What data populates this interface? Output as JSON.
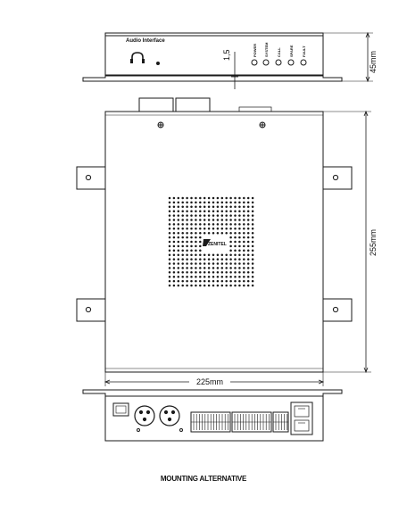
{
  "device": {
    "panel_title": "Audio Interface",
    "led_labels": [
      "POWER",
      "SYSTEM",
      "CALL",
      "SPARE",
      "FAULT"
    ],
    "brand": "ZENITEL"
  },
  "dimensions": {
    "height": "45mm",
    "depth": "255mm",
    "width": "225mm",
    "offset": "1,5"
  },
  "caption": "MOUNTING ALTERNATIVE",
  "colors": {
    "line": "#1a1a1a",
    "hatch": "#555555"
  }
}
